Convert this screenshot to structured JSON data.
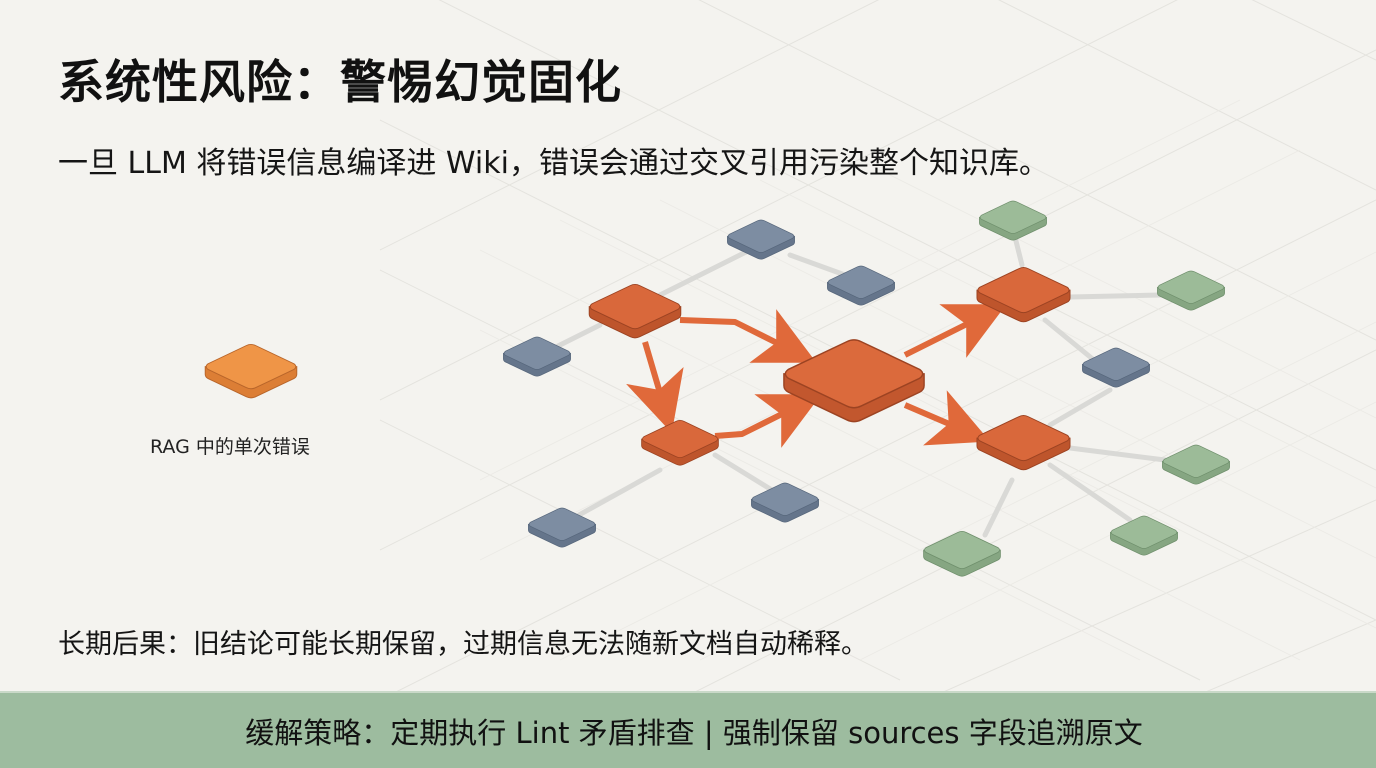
{
  "slide": {
    "title": "系统性风险：警惕幻觉固化",
    "subtitle": "一旦 LLM 将错误信息编译进 Wiki，错误会通过交叉引用污染整个知识库。",
    "consequence": "长期后果：旧结论可能长期保留，过期信息无法随新文档自动稀释。",
    "banner": "缓解策略：定期执行 Lint 矛盾排查 | 强制保留 sources 字段追溯原文"
  },
  "diagram": {
    "rag_label": "RAG 中的单次错误",
    "colors": {
      "background": "#f4f3ef",
      "rag_node": "#ee9448",
      "error_node": "#d9653a",
      "neutral_node": "#7b8ba0",
      "contaminated_node": "#98b995",
      "arrow": "#e0693a",
      "edge": "#d9d9d6",
      "banner": "#9dbc9f"
    },
    "legend": [
      {
        "type": "rag-single-error",
        "color": "#ee9448"
      },
      {
        "type": "propagated-error",
        "color": "#d9653a"
      },
      {
        "type": "unaffected-page",
        "color": "#7b8ba0"
      },
      {
        "type": "contaminated-page",
        "color": "#98b995"
      }
    ]
  }
}
